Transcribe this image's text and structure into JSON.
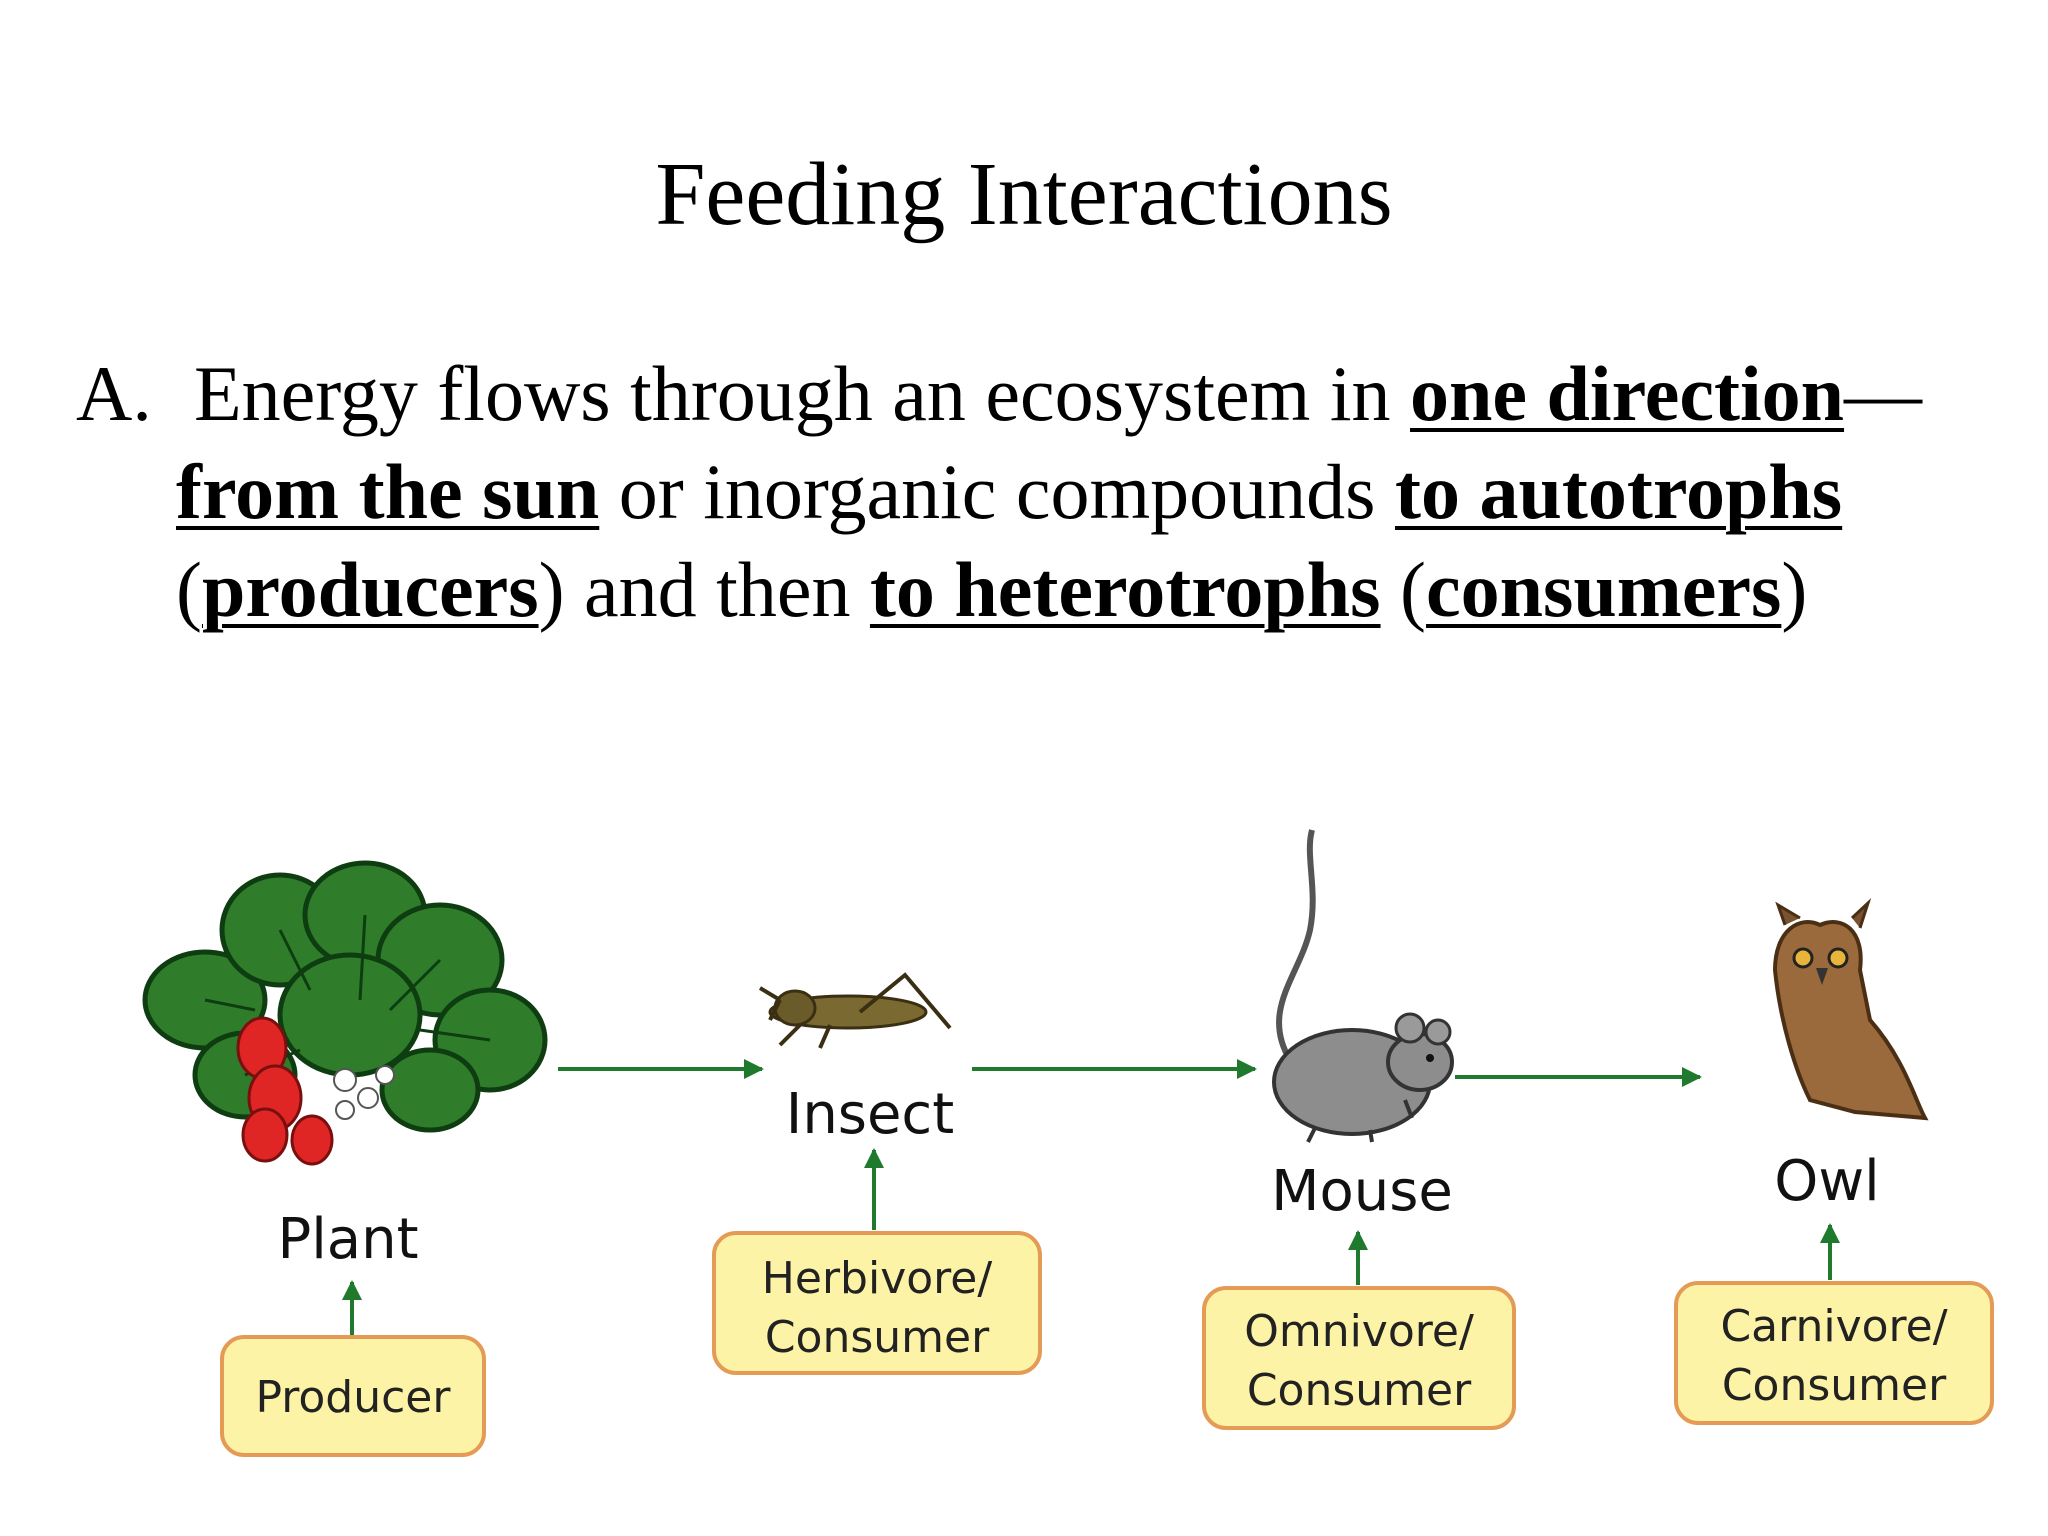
{
  "title": "Feeding Interactions",
  "point": {
    "marker": "A.",
    "line1_a": "Energy flows through an ecosystem in ",
    "line1_b": "one direction",
    "line1_c": "—",
    "line2_a": "from the sun",
    "line2_b": " or inorganic compounds ",
    "line2_c": "to autotrophs",
    "line3_a": "(",
    "line3_b": "producers",
    "line3_c": ") and then ",
    "line3_d": "to heterotrophs",
    "line3_e": " (",
    "line3_f": "consumers",
    "line3_g": ")"
  },
  "food_chain": {
    "nodes": [
      {
        "label": "Plant",
        "role": "Producer",
        "icon": "strawberry-plant-icon"
      },
      {
        "label": "Insect",
        "role_line1": "Herbivore/",
        "role_line2": "Consumer",
        "icon": "grasshopper-icon"
      },
      {
        "label": "Mouse",
        "role_line1": "Omnivore/",
        "role_line2": "Consumer",
        "icon": "mouse-icon"
      },
      {
        "label": "Owl",
        "role_line1": "Carnivore/",
        "role_line2": "Consumer",
        "icon": "owl-icon"
      }
    ],
    "colors": {
      "arrow": "#1f7a2e",
      "box_fill": "#fdf3a6",
      "box_stroke": "#e39b55"
    }
  }
}
